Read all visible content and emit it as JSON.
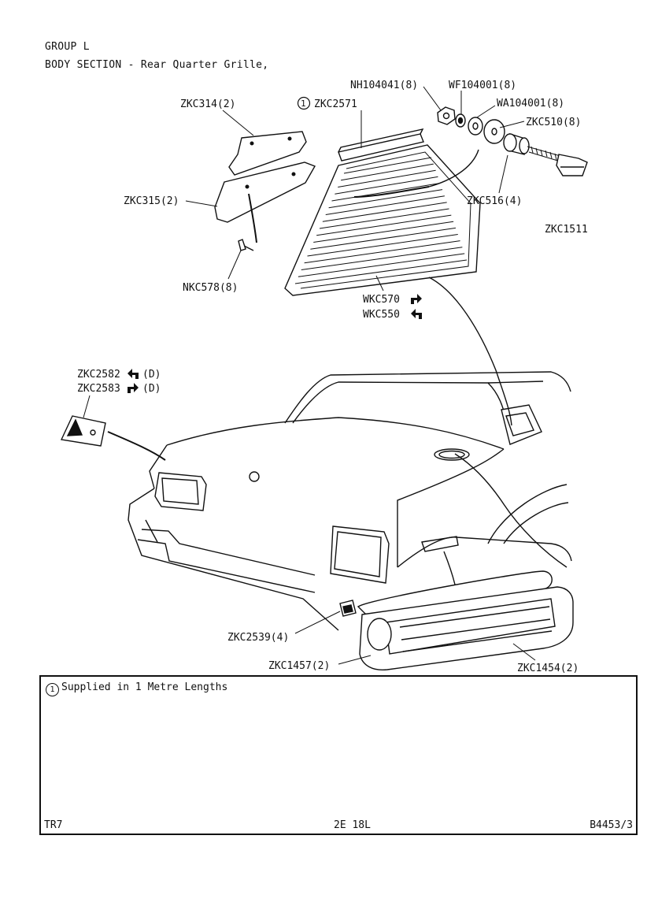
{
  "header": {
    "group": "GROUP L",
    "section": "BODY SECTION - Rear Quarter Grille,"
  },
  "callouts": {
    "zkc314": "ZKC314(2)",
    "zkc2571_num": "1",
    "zkc2571": "ZKC2571",
    "nh104041": "NH104041(8)",
    "wf104001": "WF104001(8)",
    "wa104001": "WA104001(8)",
    "zkc510": "ZKC510(8)",
    "zkc315": "ZKC315(2)",
    "zkc516": "ZKC516(4)",
    "zkc1511": "ZKC1511",
    "nkc578": "NKC578(8)",
    "wkc570": "WKC570",
    "wkc550": "WKC550",
    "zkc2582": "ZKC2582",
    "zkc2582_suffix": "(D)",
    "zkc2583": "ZKC2583",
    "zkc2583_suffix": "(D)",
    "zkc2539": "ZKC2539(4)",
    "zkc1457": "ZKC1457(2)",
    "zkc1454": "ZKC1454(2)"
  },
  "direction_icons": {
    "right": "right-turn-arrow-icon",
    "left": "left-turn-arrow-icon"
  },
  "notes": {
    "marker": "1",
    "text": "Supplied in 1 Metre Lengths"
  },
  "footer": {
    "left": "TR7",
    "center": "2E 18L",
    "right": "B4453/3"
  }
}
